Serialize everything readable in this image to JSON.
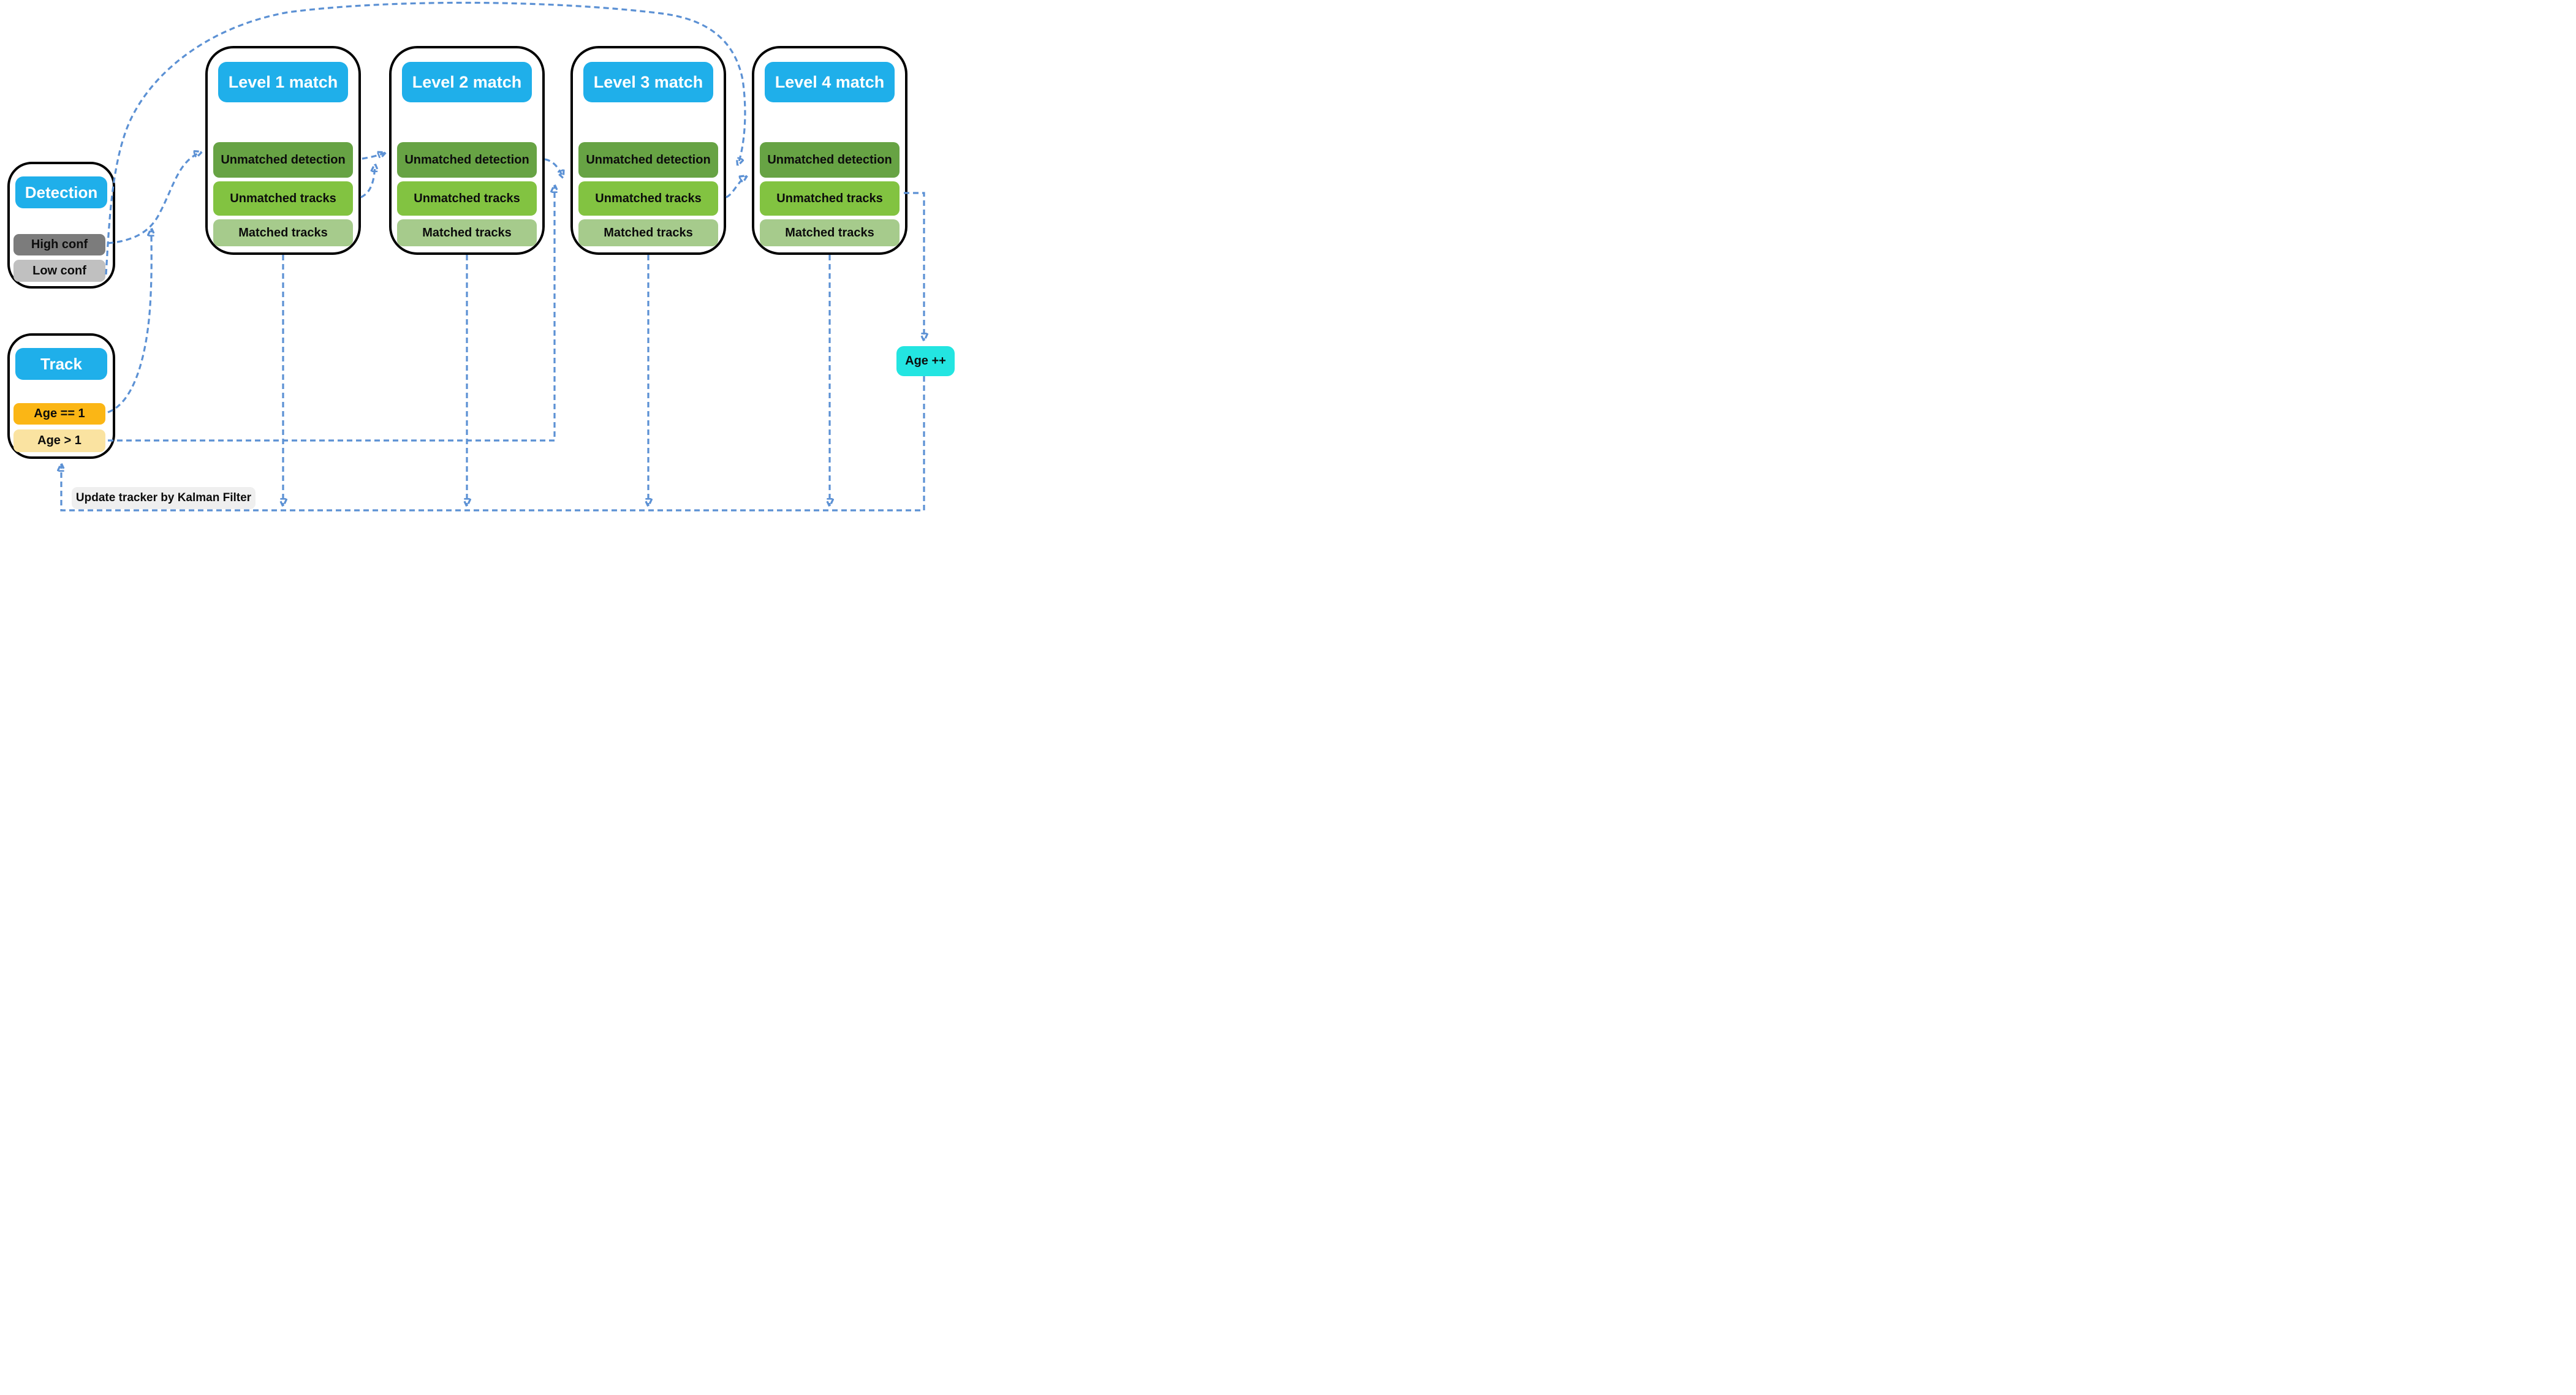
{
  "colors": {
    "header_blue": "#1FAFEA",
    "unmatched_detection_green": "#67A344",
    "unmatched_tracks_green": "#82C341",
    "matched_tracks_green": "#A6CB8C",
    "high_conf_gray": "#7C7C7C",
    "low_conf_gray": "#C0C0C0",
    "age_eq_1_amber": "#FBB615",
    "age_gt_1_yellow": "#FAE3A1",
    "age_increment_cyan": "#23E5E1",
    "note_gray": "#EFEFEF",
    "connector_blue": "#5C91D4",
    "box_border": "#000000"
  },
  "detection": {
    "title": "Detection",
    "high_conf": "High conf",
    "low_conf": "Low conf"
  },
  "track": {
    "title": "Track",
    "age_eq_1": "Age == 1",
    "age_gt_1": "Age > 1"
  },
  "levels": [
    {
      "title": "Level 1 match",
      "rows": [
        "Unmatched detection",
        "Unmatched tracks",
        "Matched tracks"
      ]
    },
    {
      "title": "Level 2 match",
      "rows": [
        "Unmatched detection",
        "Unmatched tracks",
        "Matched tracks"
      ]
    },
    {
      "title": "Level 3 match",
      "rows": [
        "Unmatched detection",
        "Unmatched tracks",
        "Matched tracks"
      ]
    },
    {
      "title": "Level 4 match",
      "rows": [
        "Unmatched detection",
        "Unmatched tracks",
        "Matched tracks"
      ]
    }
  ],
  "age_increment": {
    "label": "Age ++"
  },
  "kalman_note": {
    "label": "Update tracker by Kalman Filter"
  }
}
